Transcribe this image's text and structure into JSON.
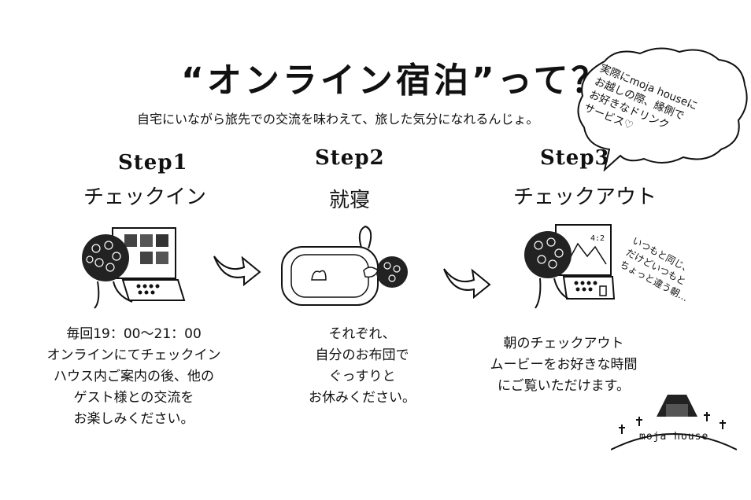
{
  "title": "“オンライン宿泊”って？",
  "subtitle": "自宅にいながら旅先での交流を味わえて、旅した気分になれるんじょ。",
  "bubble_lines": [
    "実際にmoja houseに",
    "お越しの際、縁側で",
    "お好きなドリンク",
    "サービス♡"
  ],
  "steps": [
    {
      "label": "Step1",
      "name": "チェックイン",
      "lines": [
        "毎回19：00〜21：00",
        "オンラインにてチェックイン",
        "ハウス内ご案内の後、他の",
        "ゲスト様との交流を",
        "お楽しみください。"
      ]
    },
    {
      "label": "Step2",
      "name": "就寝",
      "lines": [
        "それぞれ、",
        "自分のお布団で",
        "ぐっすりと",
        "お休みください。"
      ]
    },
    {
      "label": "Step3",
      "name": "チェックアウト",
      "lines": [
        "朝のチェックアウト",
        "ムービーをお好きな時間",
        "にご覧いただけます。"
      ]
    }
  ],
  "side_note_lines": [
    "いつもと同じ、",
    "だけどいつもと",
    "ちょっと違う朝…"
  ],
  "logo_text": "moja house",
  "icons": [
    "person-laptop-icon",
    "sleeping-futon-icon",
    "person-morning-laptop-icon",
    "curved-arrow-icon",
    "moja-house-logo-icon"
  ]
}
